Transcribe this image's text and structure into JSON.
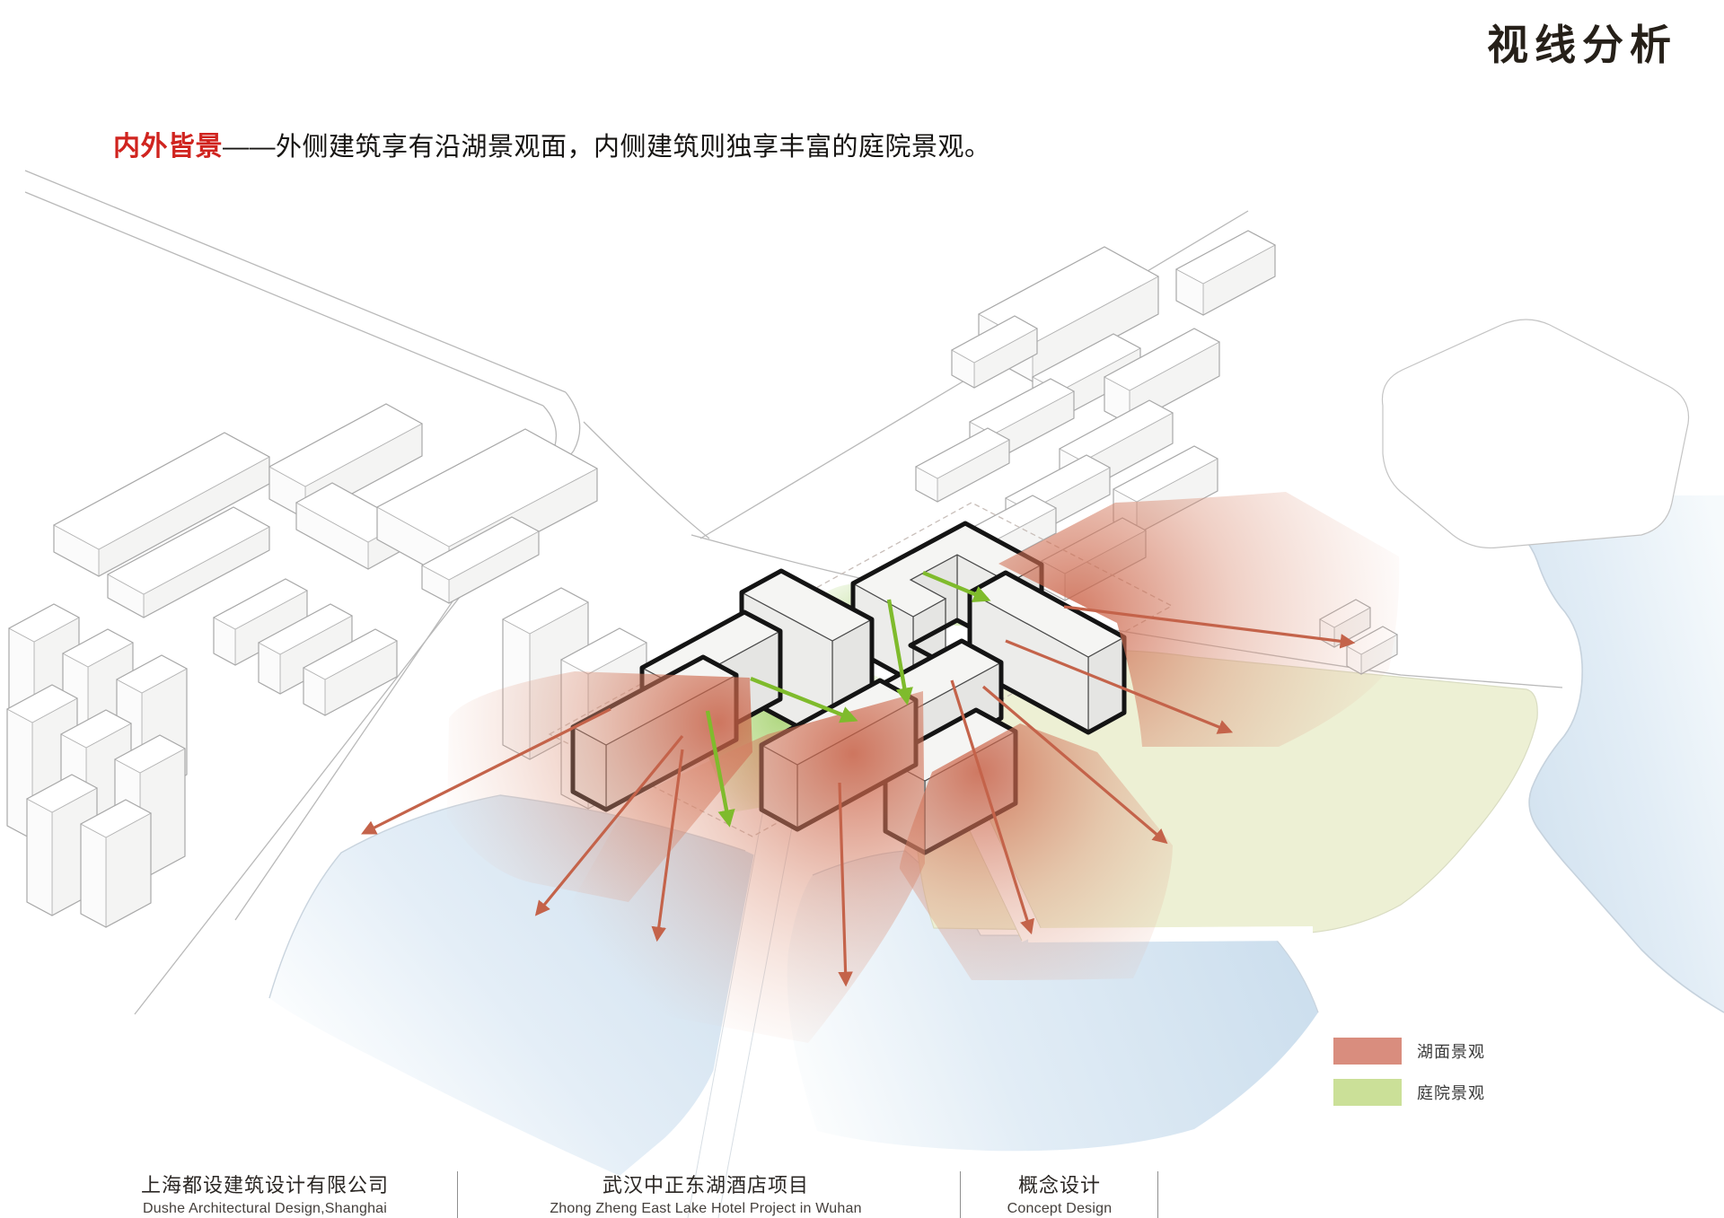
{
  "title": "视线分析",
  "heading": {
    "highlight": "内外皆景",
    "rest": "——外侧建筑享有沿湖景观面，内侧建筑则独享丰富的庭院景观。"
  },
  "legend": {
    "items": [
      {
        "label": "湖面景观",
        "color": "#d98d7e"
      },
      {
        "label": "庭院景观",
        "color": "#cbe098"
      }
    ]
  },
  "footer": {
    "columns": [
      {
        "zh": "上海都设建筑设计有限公司",
        "en": "Dushe Architectural Design,Shanghai"
      },
      {
        "zh": "武汉中正东湖酒店项目",
        "en": "Zhong Zheng East Lake Hotel Project in Wuhan"
      },
      {
        "zh": "概念设计",
        "en": "Concept Design"
      }
    ]
  },
  "diagram": {
    "lake_view_arrow_color": "#c4634a",
    "courtyard_view_arrow_color": "#7fbb2c",
    "water_color": "#cfe0ee",
    "field_color": "#edf0d4"
  }
}
